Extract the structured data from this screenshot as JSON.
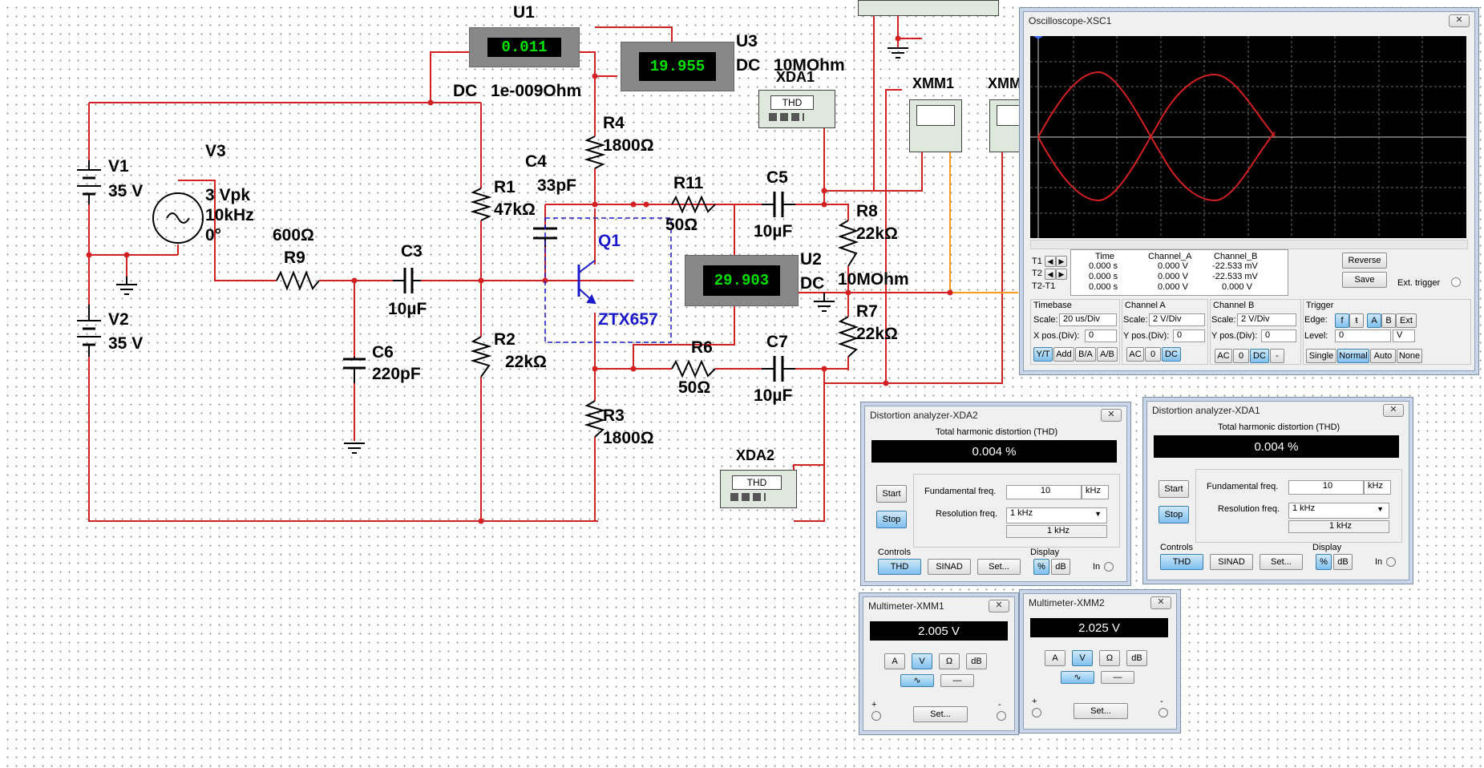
{
  "schematic": {
    "sources": {
      "V1": {
        "name": "V1",
        "value": "35 V"
      },
      "V2": {
        "name": "V2",
        "value": "35 V"
      },
      "V3": {
        "name": "V3",
        "amp": "3 Vpk",
        "freq": "10kHz",
        "phase": "0°"
      }
    },
    "resistors": {
      "R9": {
        "name": "R9",
        "value": "600Ω"
      },
      "R1": {
        "name": "R1",
        "value": "47kΩ"
      },
      "R2": {
        "name": "R2",
        "value": "22kΩ"
      },
      "R3": {
        "name": "R3",
        "value": "1800Ω"
      },
      "R4": {
        "name": "R4",
        "value": "1800Ω"
      },
      "R11": {
        "name": "R11",
        "value": "50Ω"
      },
      "R6": {
        "name": "R6",
        "value": "50Ω"
      },
      "R8": {
        "name": "R8",
        "value": "22kΩ"
      },
      "R7": {
        "name": "R7",
        "value": "22kΩ"
      }
    },
    "capacitors": {
      "C3": {
        "name": "C3",
        "value": "10µF"
      },
      "C6": {
        "name": "C6",
        "value": "220pF"
      },
      "C4": {
        "name": "C4",
        "value": "33pF"
      },
      "C5": {
        "name": "C5",
        "value": "10µF"
      },
      "C7": {
        "name": "C7",
        "value": "10µF"
      }
    },
    "transistor": {
      "name": "Q1",
      "part": "ZTX657"
    },
    "meters": {
      "U1": {
        "name": "U1",
        "reading": "0.011",
        "mode": "DC",
        "res": "1e-009Ohm"
      },
      "U3": {
        "name": "U3",
        "reading": "19.955",
        "mode": "DC",
        "res": "10MOhm"
      },
      "U2": {
        "name": "U2",
        "reading": "29.903",
        "mode": "DC",
        "res": "10MOhm"
      }
    },
    "instruments": {
      "XDA1": {
        "name": "XDA1",
        "label": "THD"
      },
      "XDA2": {
        "name": "XDA2",
        "label": "THD"
      },
      "XMM1": {
        "name": "XMM1"
      },
      "XMM2": {
        "name": "XMM"
      }
    },
    "colors": {
      "wire": "#d42020",
      "orange_wire": "#ff9a20",
      "blue_box": "#2a2ad0"
    }
  },
  "oscilloscope": {
    "title": "Oscilloscope-XSC1",
    "readout": {
      "headers": [
        "Time",
        "Channel_A",
        "Channel_B"
      ],
      "rows": [
        {
          "label": "T1",
          "time": "0.000 s",
          "a": "0.000 V",
          "b": "-22.533 mV"
        },
        {
          "label": "T2",
          "time": "0.000 s",
          "a": "0.000 V",
          "b": "-22.533 mV"
        },
        {
          "label": "T2-T1",
          "time": "0.000 s",
          "a": "0.000 V",
          "b": "0.000 V"
        }
      ]
    },
    "buttons": {
      "reverse": "Reverse",
      "save": "Save",
      "ext_trigger": "Ext. trigger"
    },
    "timebase": {
      "title": "Timebase",
      "scale_label": "Scale:",
      "scale": "20 us/Div",
      "xpos_label": "X pos.(Div):",
      "xpos": "0",
      "modes": [
        "Y/T",
        "Add",
        "B/A",
        "A/B"
      ]
    },
    "channel_a": {
      "title": "Channel A",
      "scale_label": "Scale:",
      "scale": "2 V/Div",
      "ypos_label": "Y pos.(Div):",
      "ypos": "0",
      "modes": [
        "AC",
        "0",
        "DC"
      ]
    },
    "channel_b": {
      "title": "Channel B",
      "scale_label": "Scale:",
      "scale": "2 V/Div",
      "ypos_label": "Y pos.(Div):",
      "ypos": "0",
      "modes": [
        "AC",
        "0",
        "DC",
        "-"
      ]
    },
    "trigger": {
      "title": "Trigger",
      "edge_label": "Edge:",
      "level_label": "Level:",
      "level": "0",
      "level_unit": "V",
      "edge_buttons": [
        "f",
        "ŧ",
        "A",
        "B",
        "Ext"
      ],
      "modes": [
        "Single",
        "Normal",
        "Auto",
        "None"
      ]
    }
  },
  "distortion": [
    {
      "title": "Distortion analyzer-XDA2",
      "thd_title": "Total harmonic distortion (THD)",
      "value": "0.004 %",
      "start": "Start",
      "stop": "Stop",
      "fund_label": "Fundamental freq.",
      "fund": "10",
      "fund_unit": "kHz",
      "res_label": "Resolution freq.",
      "res": "1 kHz",
      "res_val": "1 kHz",
      "controls_label": "Controls",
      "display_label": "Display",
      "controls": [
        "THD",
        "SINAD",
        "Set..."
      ],
      "display": [
        "%",
        "dB"
      ],
      "in_label": "In"
    },
    {
      "title": "Distortion analyzer-XDA1",
      "thd_title": "Total harmonic distortion (THD)",
      "value": "0.004 %",
      "start": "Start",
      "stop": "Stop",
      "fund_label": "Fundamental freq.",
      "fund": "10",
      "fund_unit": "kHz",
      "res_label": "Resolution freq.",
      "res": "1 kHz",
      "res_val": "1 kHz",
      "controls_label": "Controls",
      "display_label": "Display",
      "controls": [
        "THD",
        "SINAD",
        "Set..."
      ],
      "display": [
        "%",
        "dB"
      ],
      "in_label": "In"
    }
  ],
  "multimeters": [
    {
      "title": "Multimeter-XMM1",
      "value": "2.005 V",
      "modes": [
        "A",
        "V",
        "Ω",
        "dB"
      ],
      "set": "Set...",
      "plus": "+",
      "minus": "-"
    },
    {
      "title": "Multimeter-XMM2",
      "value": "2.025 V",
      "modes": [
        "A",
        "V",
        "Ω",
        "dB"
      ],
      "set": "Set...",
      "plus": "+",
      "minus": "-"
    }
  ]
}
